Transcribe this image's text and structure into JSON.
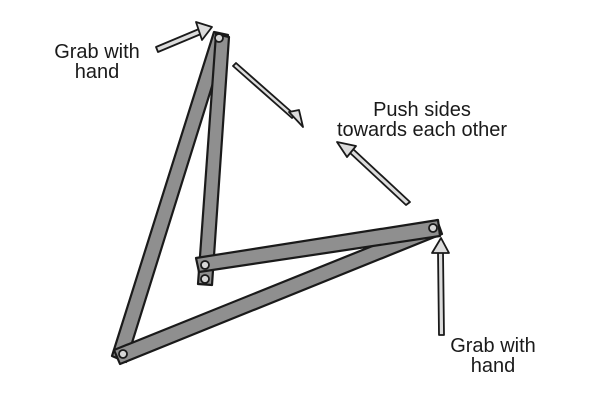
{
  "labels": {
    "grab_top": [
      "Grab with",
      "hand"
    ],
    "push": [
      "Push sides",
      "towards each other"
    ],
    "grab_bottom": [
      "Grab with",
      "hand"
    ]
  },
  "colors": {
    "bar_fill": "#8f8f8f",
    "outline": "#1a1a1a",
    "pin_fill": "#d6d6d6",
    "arrow_fill": "#dcdcdc"
  }
}
